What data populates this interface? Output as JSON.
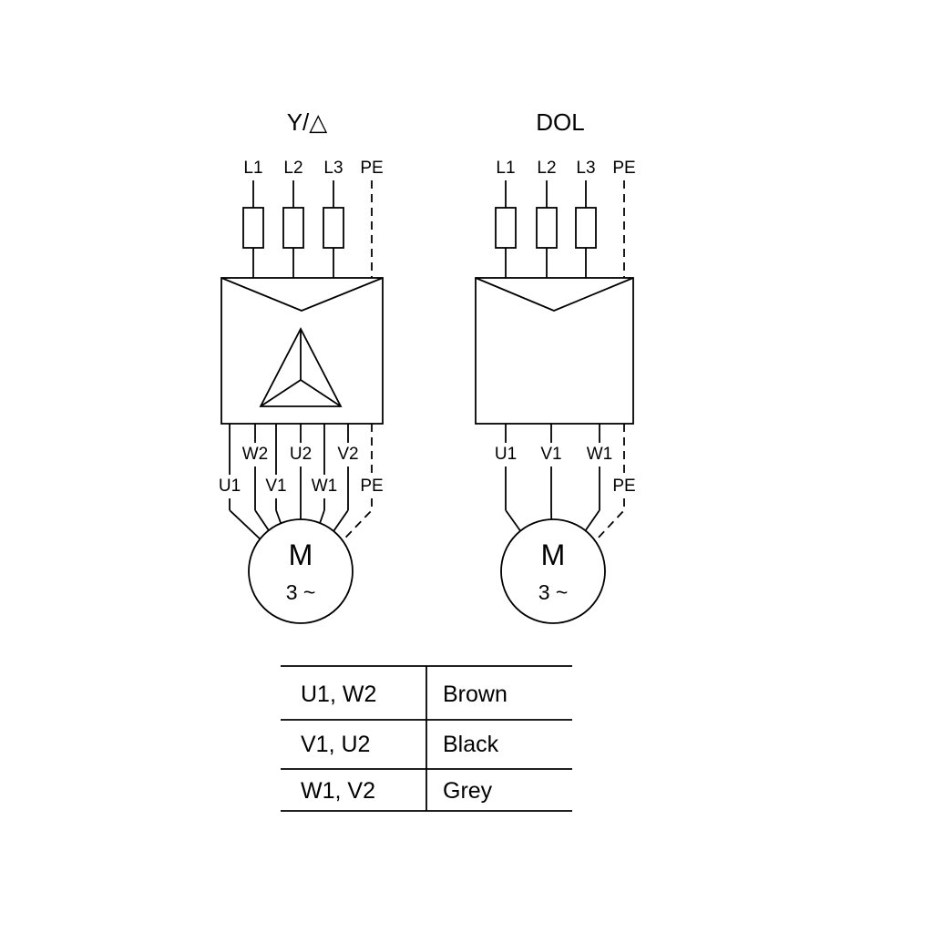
{
  "left_diagram": {
    "title": "Y/△",
    "supply": {
      "l1": "L1",
      "l2": "L2",
      "l3": "L3",
      "pe": "PE"
    },
    "outputs": {
      "w2": "W2",
      "u2": "U2",
      "v2": "V2",
      "u1": "U1",
      "v1": "V1",
      "w1": "W1",
      "pe": "PE"
    },
    "motor": {
      "symbol": "M",
      "phase": "3 ~"
    }
  },
  "right_diagram": {
    "title": "DOL",
    "supply": {
      "l1": "L1",
      "l2": "L2",
      "l3": "L3",
      "pe": "PE"
    },
    "outputs": {
      "u1": "U1",
      "v1": "V1",
      "w1": "W1",
      "pe": "PE"
    },
    "motor": {
      "symbol": "M",
      "phase": "3 ~"
    }
  },
  "wire_color_table": {
    "rows": [
      {
        "terminals": "U1, W2",
        "color": "Brown"
      },
      {
        "terminals": "V1, U2",
        "color": "Black"
      },
      {
        "terminals": "W1, V2",
        "color": "Grey"
      }
    ]
  },
  "colors": {
    "line": "#000000",
    "background": "#ffffff"
  }
}
